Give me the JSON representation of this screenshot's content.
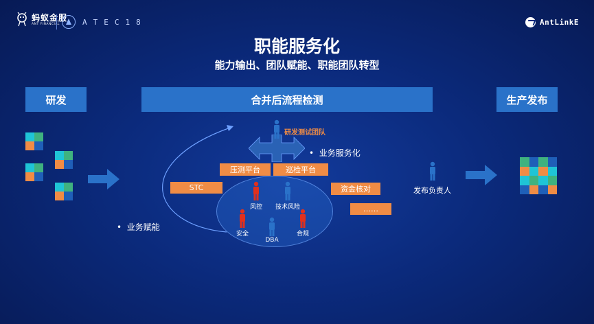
{
  "header": {
    "ant_logo_cn": "蚂蚁金服",
    "ant_logo_en": "ANT FINANCIAL",
    "atec_logo": "ATEC18",
    "antlink_logo": "AntLinkE"
  },
  "slide": {
    "title": "职能服务化",
    "subtitle": "能力输出、团队赋能、职能团队转型"
  },
  "stages": {
    "dev": "研发",
    "merge": "合并后流程检测",
    "prod": "生产发布"
  },
  "team": {
    "label": "研发测试团队",
    "bullet_service": "业务服务化",
    "bullet_enable": "业务赋能"
  },
  "platforms": {
    "stc": "STC",
    "press": "压测平台",
    "patrol": "巡检平台",
    "fund": "资金核对",
    "more": "……"
  },
  "roles": {
    "risk": "风控",
    "tech_risk": "技术风险",
    "security": "安全",
    "dba": "DBA",
    "compliance": "合规"
  },
  "publisher": {
    "label": "发布负责人"
  },
  "colors": {
    "bg": "#0b2a7c",
    "stage_box": "#2a72c9",
    "orange": "#f08c45",
    "person_blue": "#2a72c9",
    "person_red": "#e0301e",
    "tile_green": "#3fb27f",
    "tile_cyan": "#1fc4d6",
    "tile_orange": "#f08c45",
    "tile_blue": "#1f5fb8"
  }
}
